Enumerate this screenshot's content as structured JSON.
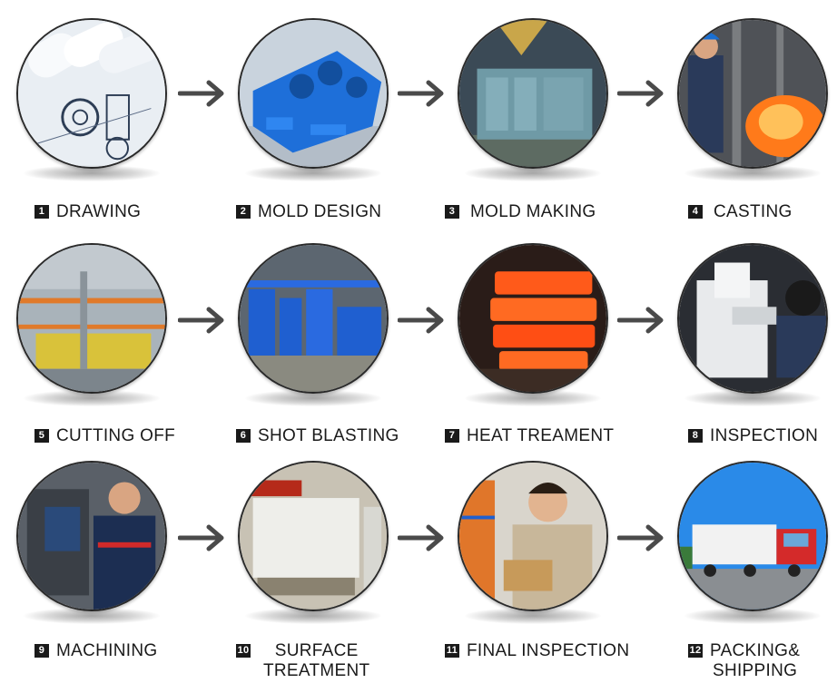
{
  "steps": [
    {
      "num": "1",
      "title": "DRAWING"
    },
    {
      "num": "2",
      "title": "MOLD DESIGN"
    },
    {
      "num": "3",
      "title": "MOLD MAKING"
    },
    {
      "num": "4",
      "title": "CASTING"
    },
    {
      "num": "5",
      "title": "CUTTING OFF"
    },
    {
      "num": "6",
      "title": "SHOT BLASTING"
    },
    {
      "num": "7",
      "title": "HEAT TREAMENT"
    },
    {
      "num": "8",
      "title": "INSPECTION"
    },
    {
      "num": "9",
      "title": "MACHINING"
    },
    {
      "num": "10",
      "title": "SURFACE",
      "title2": "TREATMENT"
    },
    {
      "num": "11",
      "title": "FINAL INSPECTION"
    },
    {
      "num": "12",
      "title": "PACKING&",
      "title2": "SHIPPING"
    }
  ],
  "colors": {
    "arrow": "#4a4a4a",
    "badge": "#1a1a1a",
    "text": "#1a1a1a"
  }
}
